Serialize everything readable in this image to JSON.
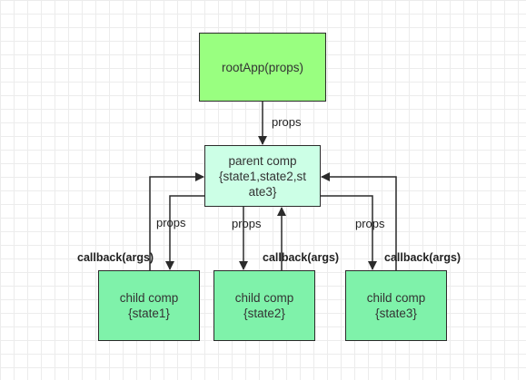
{
  "nodes": {
    "root": {
      "label": "rootApp(props)",
      "color": "#99ff80"
    },
    "parent": {
      "lines": [
        "parent comp",
        "{state1,state2,st",
        "ate3}"
      ],
      "color": "#ccffe6"
    },
    "child1": {
      "lines": [
        "child comp",
        "{state1}"
      ],
      "color": "#7ff2aa"
    },
    "child2": {
      "lines": [
        "child comp",
        "{state2}"
      ],
      "color": "#7ff2aa"
    },
    "child3": {
      "lines": [
        "child comp",
        "{state3}"
      ],
      "color": "#7ff2aa"
    }
  },
  "edges": {
    "root_to_parent": "props",
    "parent_to_child1": "props",
    "parent_to_child2": "props",
    "parent_to_child3": "props",
    "child1_to_parent": "callback(args)",
    "child2_to_parent": "callback(args)",
    "child3_to_parent": "callback(args)"
  }
}
